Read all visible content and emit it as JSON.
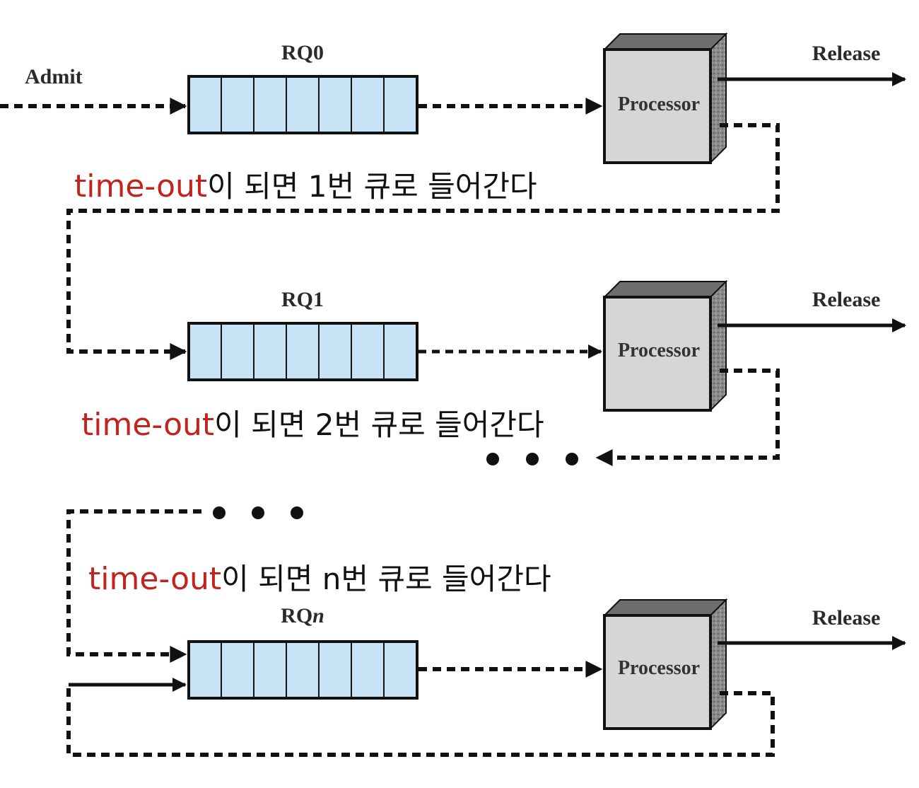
{
  "labels": {
    "admit": "Admit",
    "release": "Release",
    "processor": "Processor"
  },
  "queues": [
    {
      "id": "RQ0",
      "prefix": "RQ",
      "suffix": "0"
    },
    {
      "id": "RQ1",
      "prefix": "RQ",
      "suffix": "1"
    },
    {
      "id": "RQn",
      "prefix": "RQ",
      "suffix": "n"
    }
  ],
  "annotations": [
    {
      "en": "time-out",
      "ko": "이 되면 1번 큐로 들어간다"
    },
    {
      "en": "time-out",
      "ko": "이 되면 2번 큐로 들어간다"
    },
    {
      "en": "time-out",
      "ko": "이 되면 n번 큐로 들어간다"
    }
  ],
  "colors": {
    "queue_fill": "#c8e3f5",
    "processor_face": "#d6d6d6",
    "processor_side": "#8a8a8a",
    "annotation_red": "#c0241c"
  }
}
